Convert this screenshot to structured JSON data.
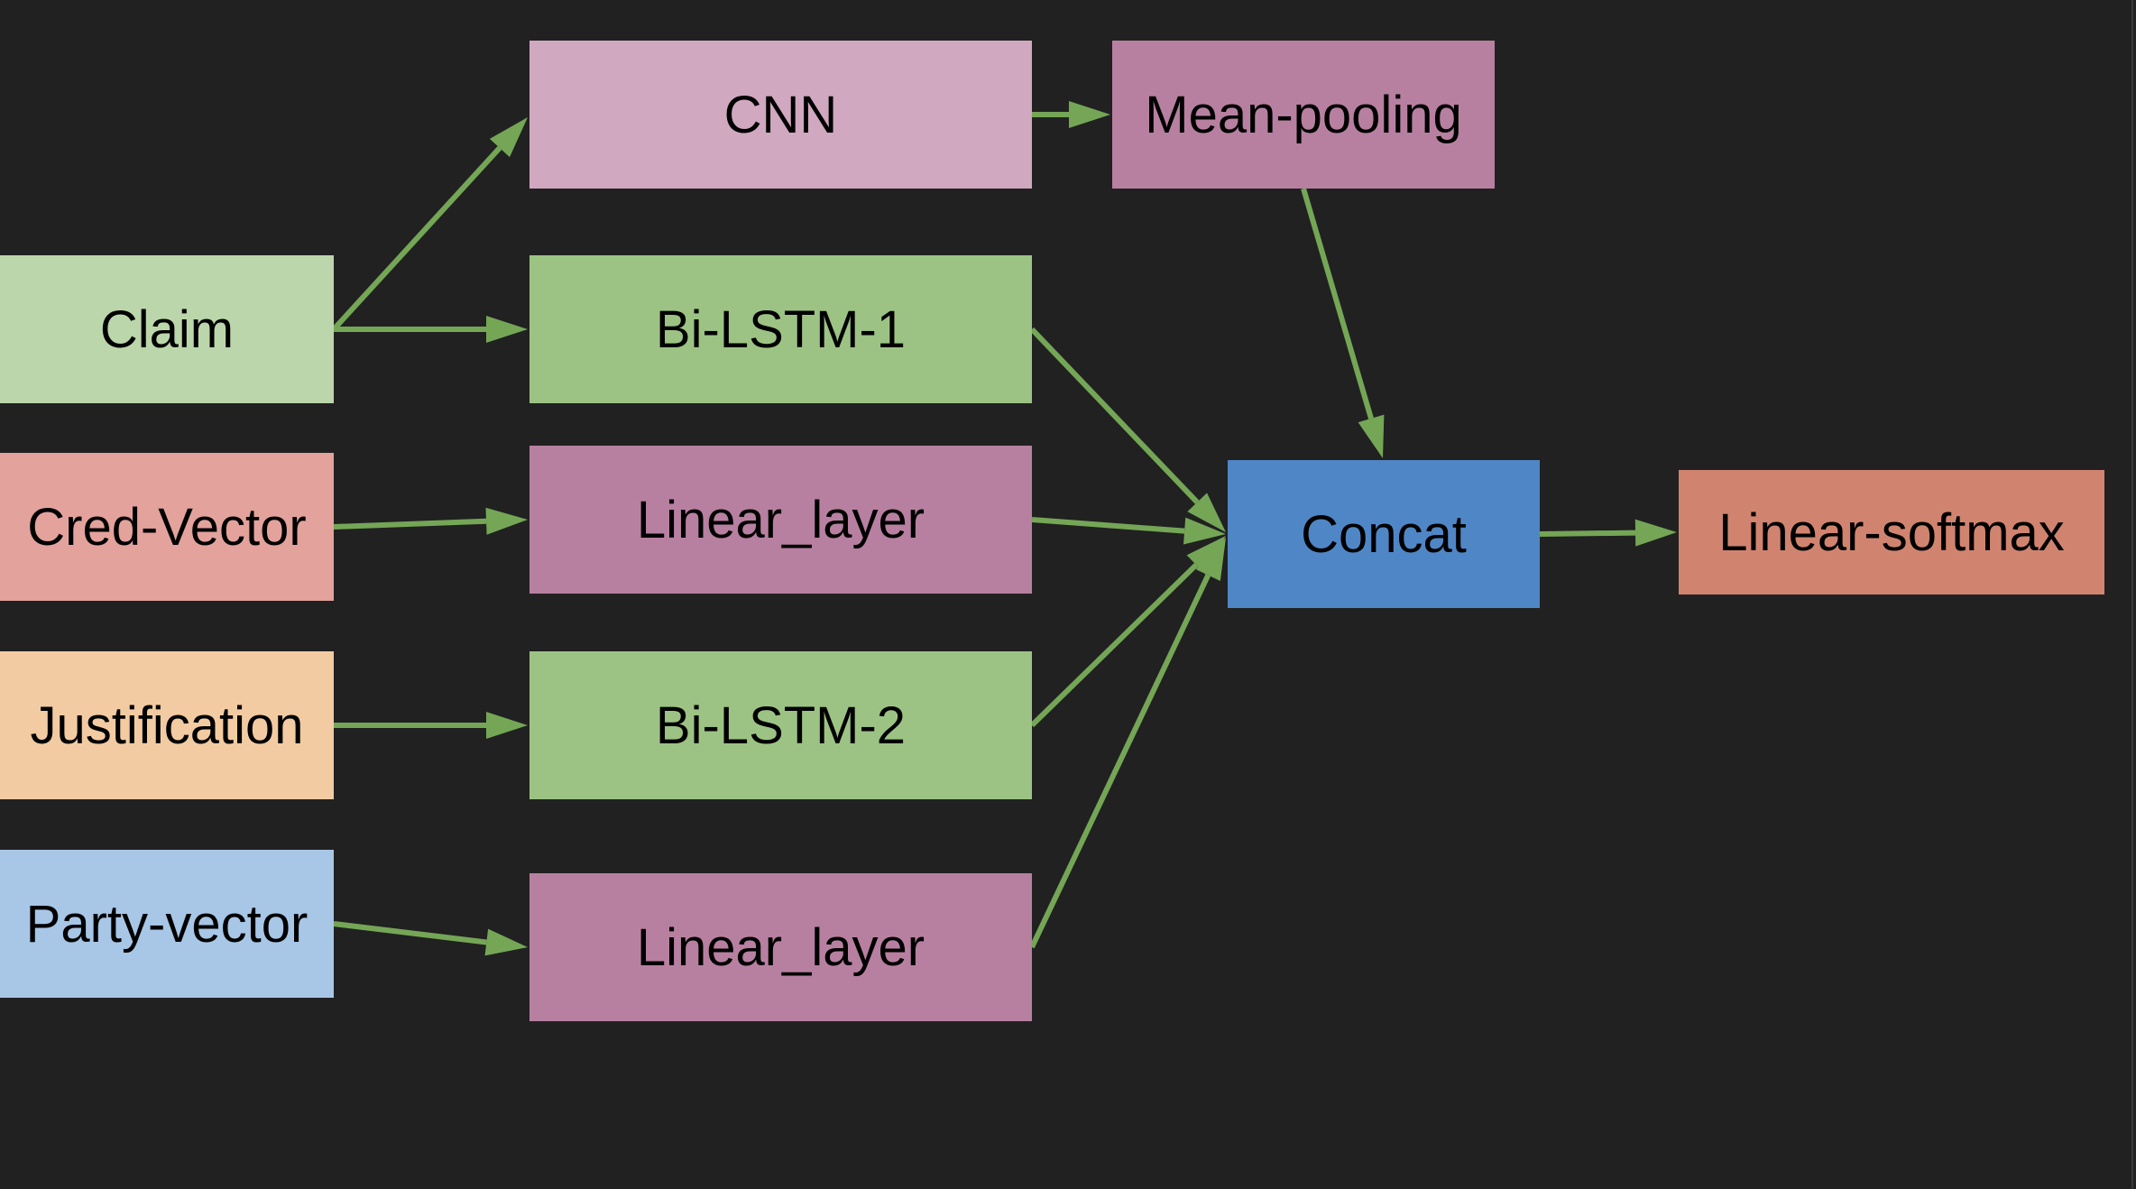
{
  "diagram": {
    "background": "#212121",
    "edge_color": "#74a656",
    "nodes": {
      "claim": {
        "label": "Claim",
        "color": "#bcd6ab"
      },
      "cred_vector": {
        "label": "Cred-Vector",
        "color": "#e3a29c"
      },
      "justification": {
        "label": "Justification",
        "color": "#f3cba2"
      },
      "party_vector": {
        "label": "Party-vector",
        "color": "#a8c6e6"
      },
      "cnn": {
        "label": "CNN",
        "color": "#d0a8c0"
      },
      "bilstm1": {
        "label": "Bi-LSTM-1",
        "color": "#9dc384"
      },
      "linear_layer_1": {
        "label": "Linear_layer",
        "color": "#b780a0"
      },
      "bilstm2": {
        "label": "Bi-LSTM-2",
        "color": "#9dc384"
      },
      "linear_layer_2": {
        "label": "Linear_layer",
        "color": "#b780a0"
      },
      "mean_pooling": {
        "label": "Mean-pooling",
        "color": "#b780a0"
      },
      "concat": {
        "label": "Concat",
        "color": "#4f86c6"
      },
      "linear_softmax": {
        "label": "Linear-softmax",
        "color": "#d08470"
      }
    },
    "edges": [
      {
        "from": "claim",
        "to": "cnn"
      },
      {
        "from": "claim",
        "to": "bilstm1"
      },
      {
        "from": "cred_vector",
        "to": "linear_layer_1"
      },
      {
        "from": "justification",
        "to": "bilstm2"
      },
      {
        "from": "party_vector",
        "to": "linear_layer_2"
      },
      {
        "from": "cnn",
        "to": "mean_pooling"
      },
      {
        "from": "mean_pooling",
        "to": "concat"
      },
      {
        "from": "bilstm1",
        "to": "concat"
      },
      {
        "from": "linear_layer_1",
        "to": "concat"
      },
      {
        "from": "bilstm2",
        "to": "concat"
      },
      {
        "from": "linear_layer_2",
        "to": "concat"
      },
      {
        "from": "concat",
        "to": "linear_softmax"
      }
    ]
  }
}
